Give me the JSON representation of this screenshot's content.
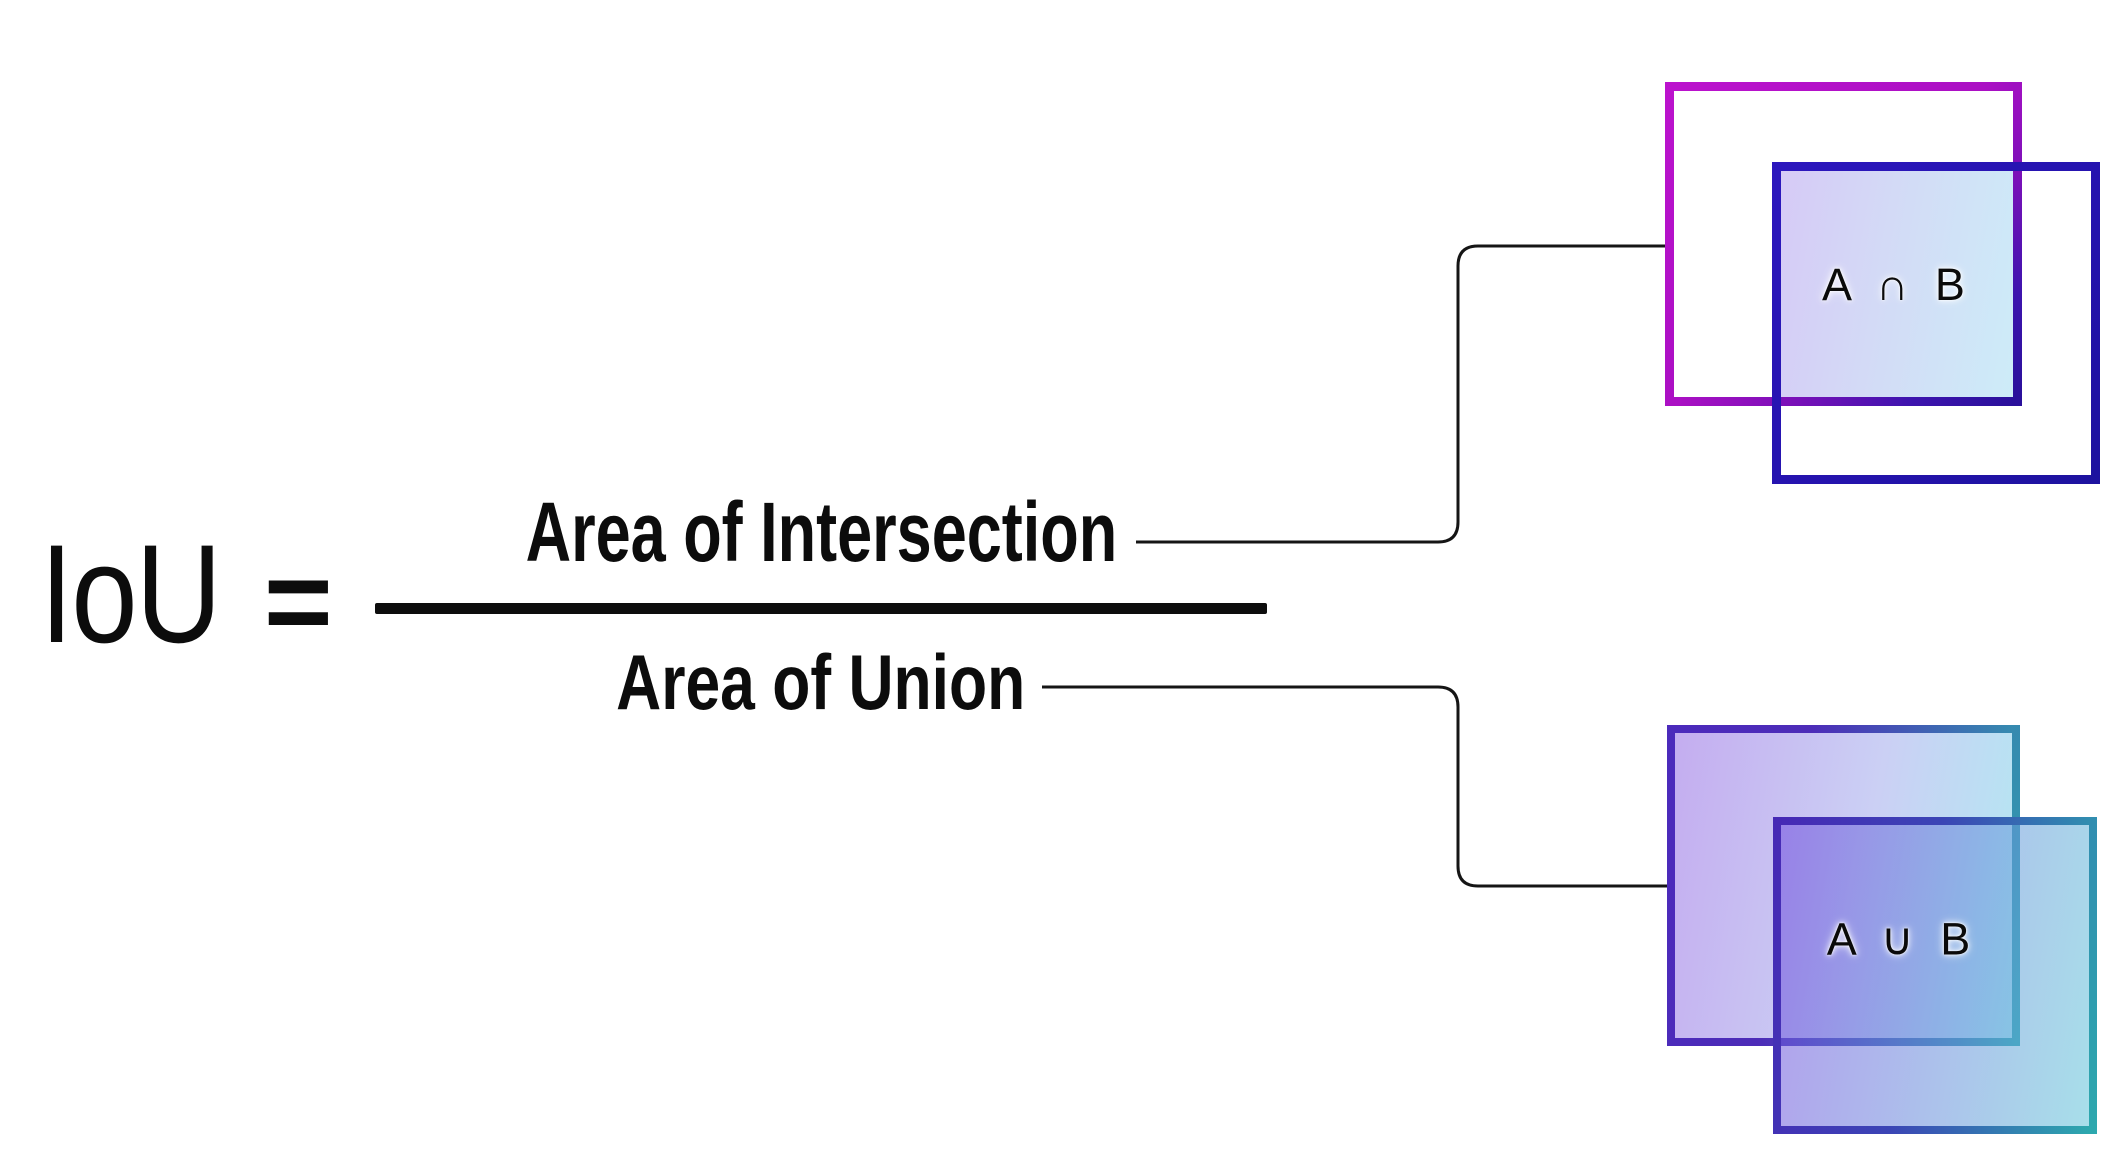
{
  "formula": {
    "lhs": "IoU",
    "equals": "=",
    "numerator": "Area of Intersection",
    "denominator": "Area of Union"
  },
  "diagrams": {
    "intersection": {
      "label": "A ∩ B"
    },
    "union": {
      "label": "A ∪ B"
    }
  },
  "colors": {
    "text": "#0c0c0c",
    "magenta_outline": "#b412c8",
    "indigo_outline": "#2f11a0",
    "blue_outline": "#2414b0",
    "teal_outline": "#2fa4ad",
    "light_purple_fill": "#c4adf0",
    "light_cyan_fill": "#b2e8f2",
    "intersection_fill_left": "#d6c9f6",
    "intersection_fill_right": "#cdecf8"
  }
}
